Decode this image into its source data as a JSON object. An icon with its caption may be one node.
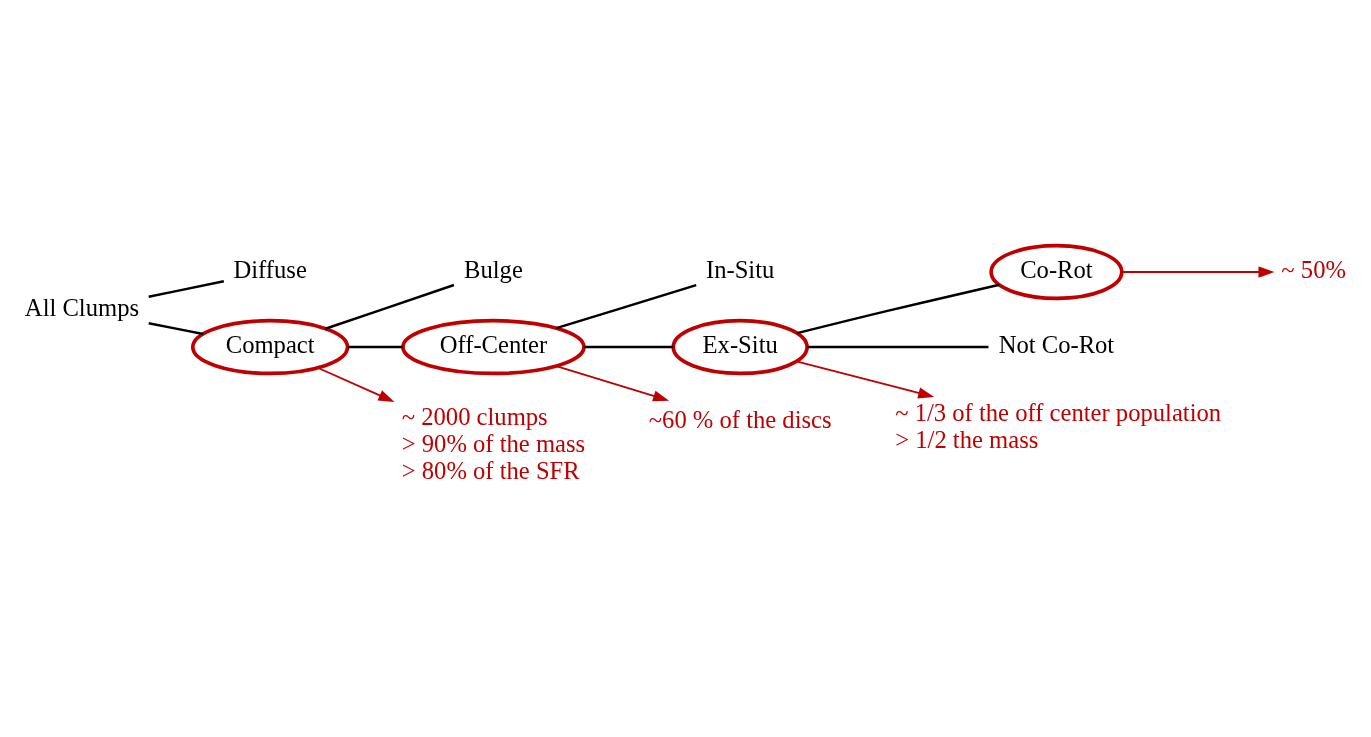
{
  "diagram": {
    "nodes": [
      {
        "text": [
          "All Clumps"
        ]
      },
      {
        "text": [
          "Diffuse"
        ]
      },
      {
        "text": [
          "Compact"
        ]
      },
      {
        "text": [
          "Bulge"
        ]
      },
      {
        "text": [
          "Off-Center"
        ]
      },
      {
        "text": [
          "In-Situ"
        ]
      },
      {
        "text": [
          "Ex-Situ"
        ]
      },
      {
        "text": [
          "Co-Rot"
        ]
      },
      {
        "text": [
          "Not Co-Rot"
        ]
      },
      {
        "text": [
          "~ 50%"
        ]
      },
      {
        "text": [
          "~ 2000 clumps",
          "> 90% of the mass",
          "> 80% of the SFR"
        ]
      },
      {
        "text": [
          "~60 % of the discs"
        ]
      },
      {
        "text": [
          "~ 1/3 of the off center population",
          "> 1/2 the mass"
        ]
      }
    ],
    "edges": [
      {
        "from": 0,
        "to": 1,
        "arrow": "none"
      },
      {
        "from": 0,
        "to": 2,
        "arrow": "none"
      },
      {
        "from": 2,
        "to": 3,
        "arrow": "none"
      },
      {
        "from": 2,
        "to": 4,
        "arrow": "none"
      },
      {
        "from": 4,
        "to": 5,
        "arrow": "none"
      },
      {
        "from": 4,
        "to": 6,
        "arrow": "none"
      },
      {
        "from": 6,
        "to": 7,
        "arrow": "none"
      },
      {
        "from": 6,
        "to": 8,
        "arrow": "none"
      },
      {
        "from": 2,
        "to": 10,
        "arrow": "to",
        "color": "#c00000"
      },
      {
        "from": 4,
        "to": 11,
        "arrow": "to",
        "color": "#c00000"
      },
      {
        "from": 6,
        "to": 12,
        "arrow": "to",
        "color": "#c00000"
      },
      {
        "from": 7,
        "to": 9,
        "arrow": "to",
        "color": "#c00000"
      }
    ]
  }
}
